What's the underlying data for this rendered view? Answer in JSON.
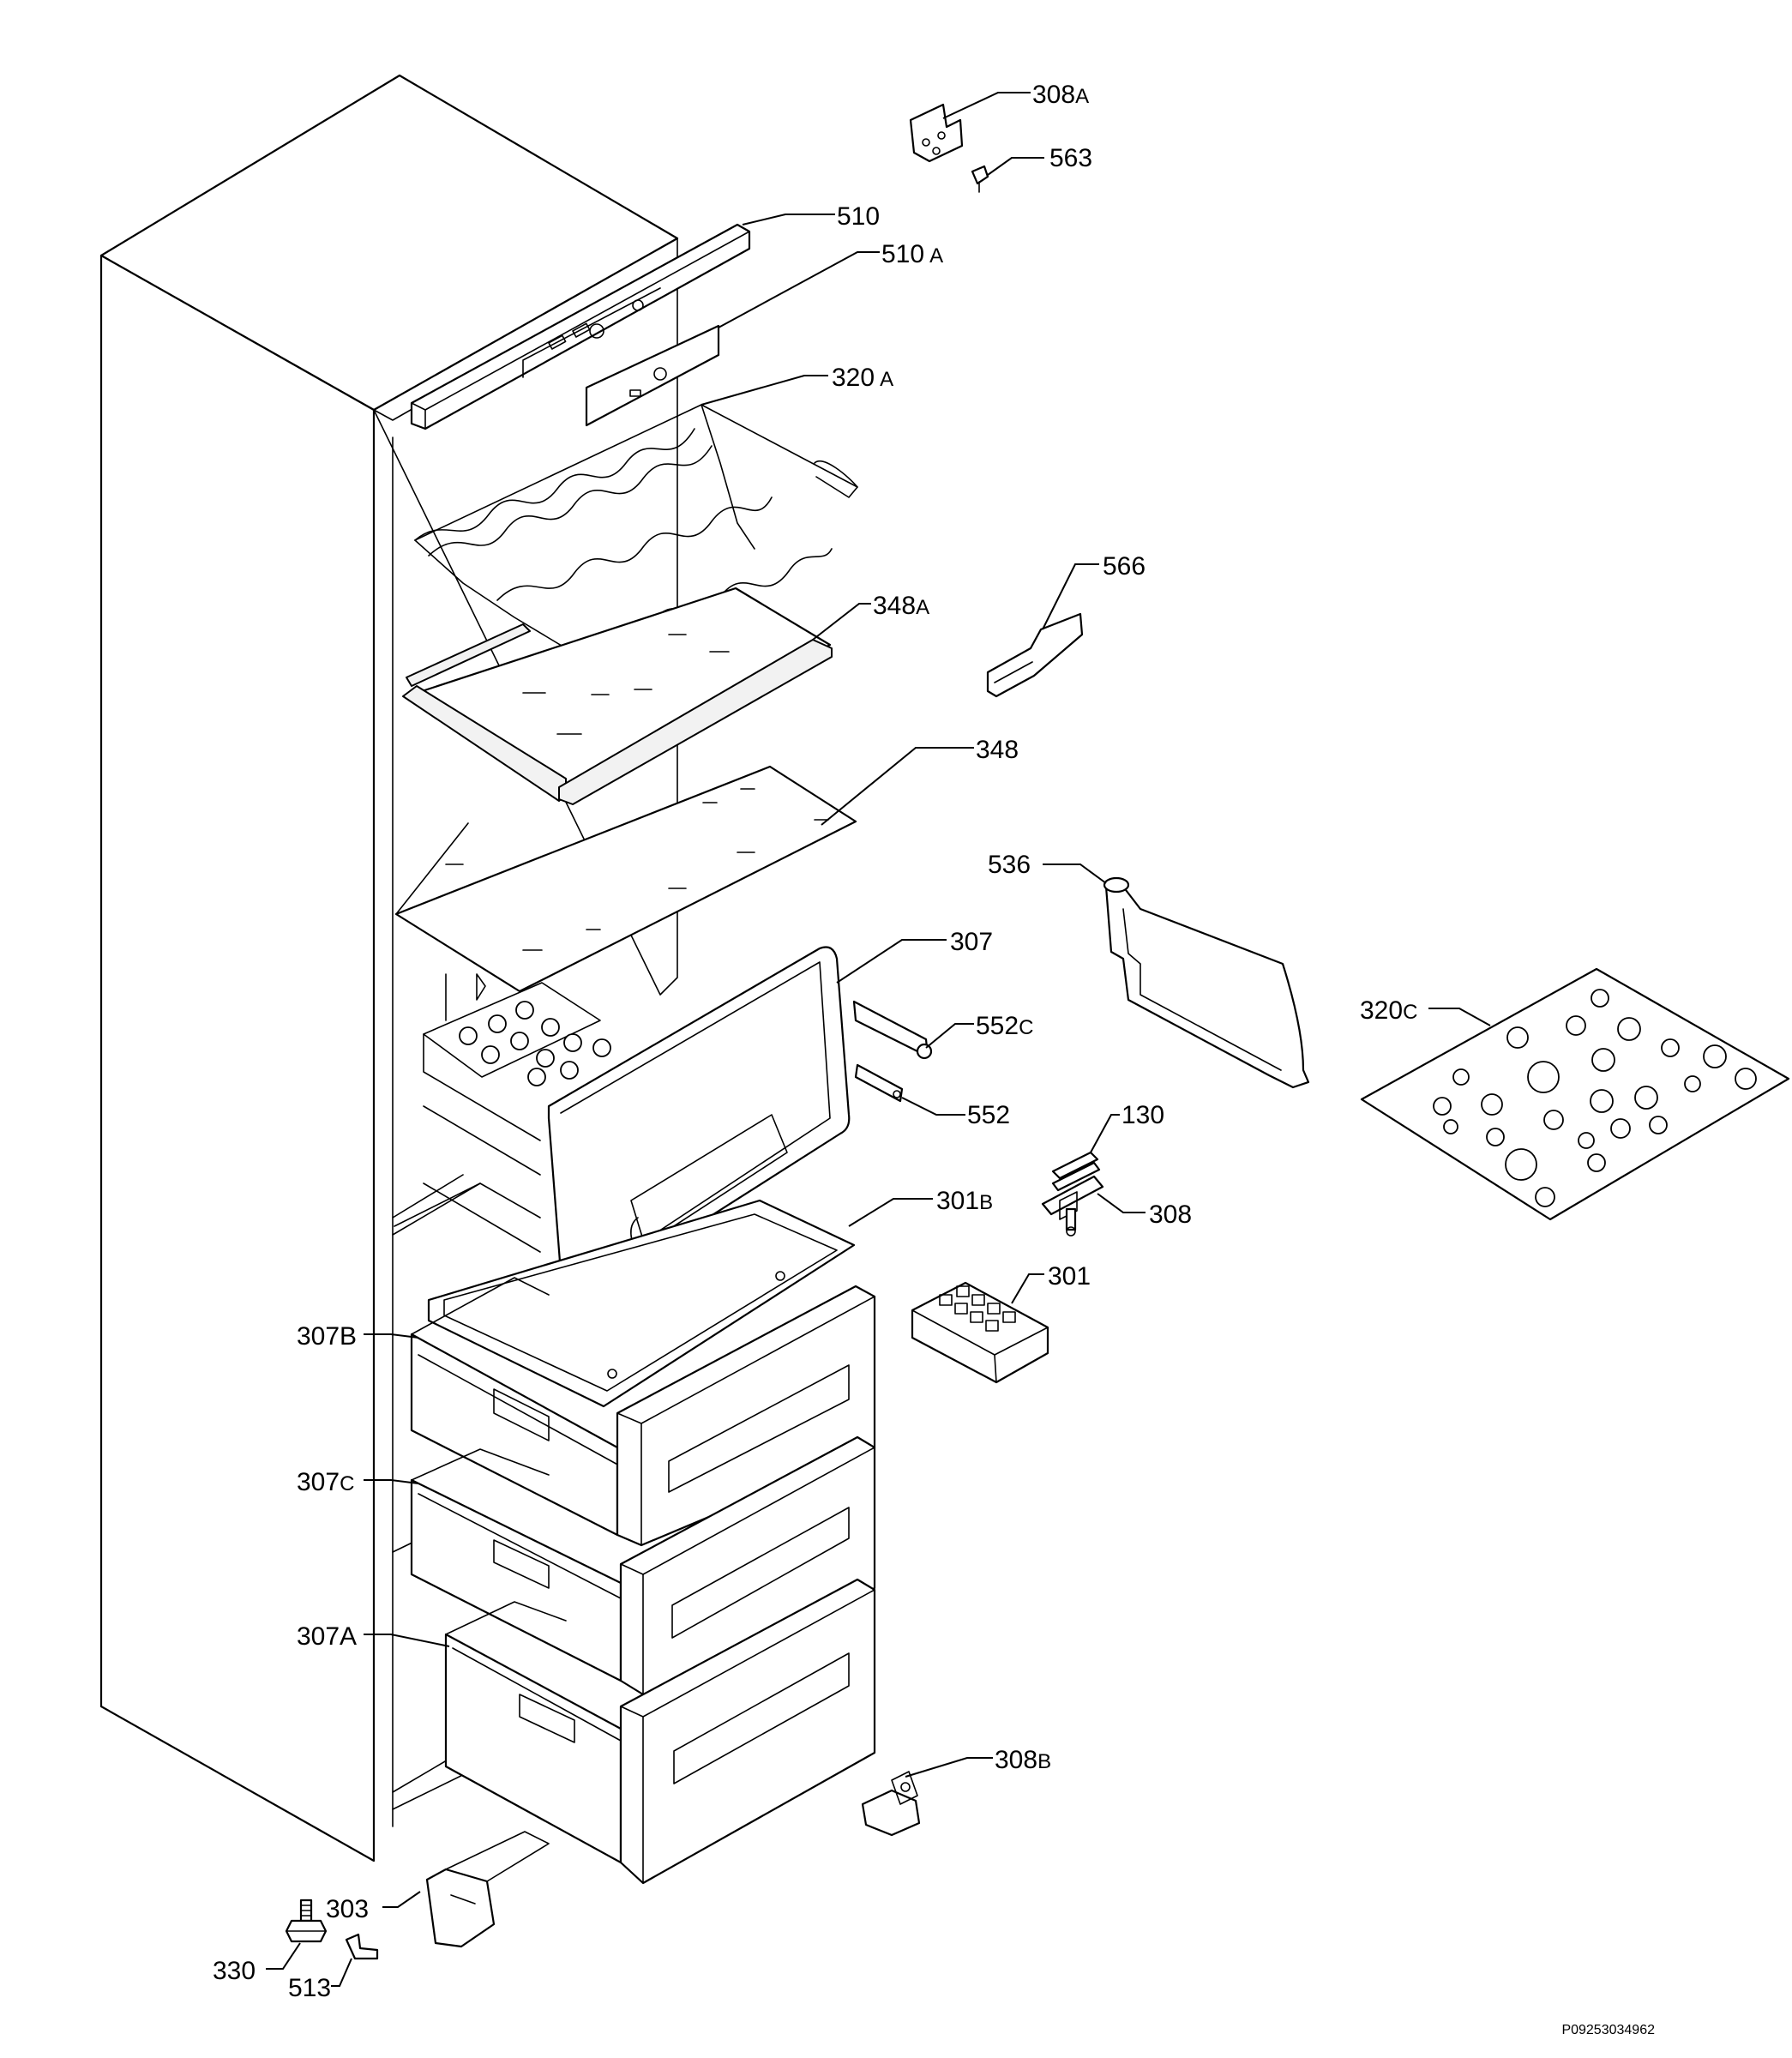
{
  "diagram": {
    "title": "",
    "drawing_number": "P09253034962",
    "colors": {
      "line": "#000000",
      "background": "#ffffff"
    },
    "callouts": [
      {
        "id": "308A",
        "number": "308",
        "suffix": "A"
      },
      {
        "id": "563",
        "number": "563",
        "suffix": ""
      },
      {
        "id": "510",
        "number": "510",
        "suffix": ""
      },
      {
        "id": "510A",
        "number": "510",
        "suffix": "A"
      },
      {
        "id": "320A",
        "number": "320",
        "suffix": "A"
      },
      {
        "id": "566",
        "number": "566",
        "suffix": ""
      },
      {
        "id": "348A",
        "number": "348",
        "suffix": "A"
      },
      {
        "id": "348",
        "number": "348",
        "suffix": ""
      },
      {
        "id": "536",
        "number": "536",
        "suffix": ""
      },
      {
        "id": "307",
        "number": "307",
        "suffix": ""
      },
      {
        "id": "320C",
        "number": "320",
        "suffix": "C"
      },
      {
        "id": "552C",
        "number": "552",
        "suffix": "C"
      },
      {
        "id": "552",
        "number": "552",
        "suffix": ""
      },
      {
        "id": "130",
        "number": "130",
        "suffix": ""
      },
      {
        "id": "308",
        "number": "308",
        "suffix": ""
      },
      {
        "id": "301B",
        "number": "301",
        "suffix": "B"
      },
      {
        "id": "301",
        "number": "301",
        "suffix": ""
      },
      {
        "id": "307B",
        "number": "307B",
        "suffix": ""
      },
      {
        "id": "307C",
        "number": "307",
        "suffix": "C"
      },
      {
        "id": "307A",
        "number": "307A",
        "suffix": ""
      },
      {
        "id": "308B",
        "number": "308",
        "suffix": "B"
      },
      {
        "id": "303",
        "number": "303",
        "suffix": ""
      },
      {
        "id": "330",
        "number": "330",
        "suffix": ""
      },
      {
        "id": "513",
        "number": "513",
        "suffix": ""
      }
    ]
  }
}
